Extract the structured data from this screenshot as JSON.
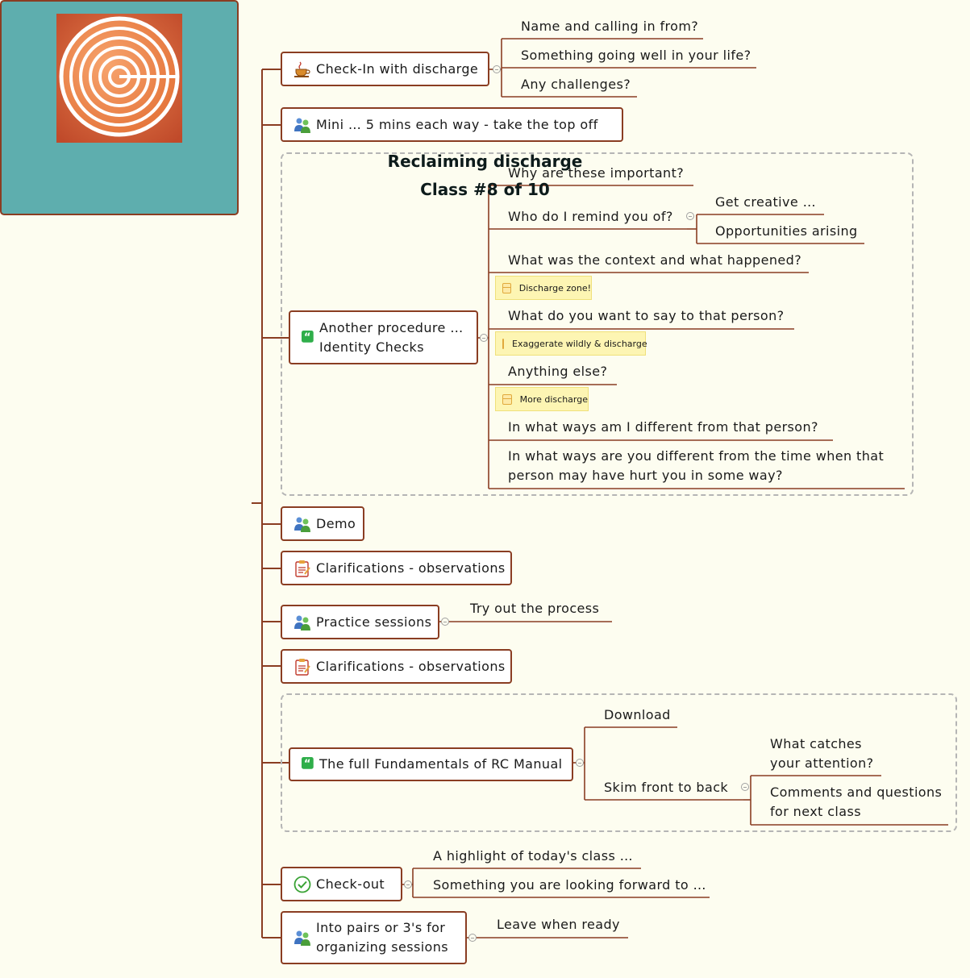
{
  "root": {
    "title_line1": "Reclaiming discharge",
    "title_line2": "Class #8 of 10",
    "image": "labyrinth-logo"
  },
  "colors": {
    "background": "#fdfdf0",
    "root_fill": "#5eaeae",
    "border": "#8a3d22",
    "note_fill": "#fdf5b3",
    "boundary": "#b5b5b5"
  },
  "topics": {
    "checkin": {
      "label": "Check-In with discharge",
      "icon": "coffee-cup-icon"
    },
    "mini": {
      "label": "Mini … 5 mins each way - take the top off",
      "icon": "people-icon"
    },
    "identity": {
      "line1": "Another procedure …",
      "line2": "Identity Checks",
      "icon": "quote-icon"
    },
    "demo": {
      "label": "Demo",
      "icon": "people-icon"
    },
    "clar1": {
      "label": "Clarifications - observations",
      "icon": "clipboard-icon"
    },
    "practice": {
      "label": "Practice sessions",
      "icon": "people-icon"
    },
    "clar2": {
      "label": "Clarifications - observations",
      "icon": "clipboard-icon"
    },
    "manual": {
      "label": "The full Fundamentals of RC Manual",
      "icon": "quote-icon"
    },
    "checkout": {
      "label": "Check-out",
      "icon": "checkmark-icon"
    },
    "pairs": {
      "line1": "Into pairs or 3's for",
      "line2": "organizing sessions",
      "icon": "people-icon"
    }
  },
  "checkin_children": [
    "Name and calling in from?",
    "Something going well in your life?",
    "Any challenges?"
  ],
  "identity_children": {
    "why": "Why are these important?",
    "who": "Who do I remind you of?",
    "who_children": [
      "Get creative …",
      "Opportunities arising"
    ],
    "context": "What was the context and what happened?",
    "note1": "Discharge zone!",
    "say": "What do you want to say to that person?",
    "note2": "Exaggerate wildly & discharge",
    "else": "Anything else?",
    "note3": "More discharge",
    "ways": "In what ways am I different from that person?",
    "ways2_line1": "In what ways are you different from the time when that",
    "ways2_line2": "person may have hurt you in some way?"
  },
  "practice_children": [
    "Try out the process"
  ],
  "manual_children": {
    "download": "Download",
    "skim": "Skim front to back",
    "skim_children": {
      "catch_line1": "What catches",
      "catch_line2": "your attention?",
      "comments_line1": "Comments and questions",
      "comments_line2": "for next class"
    }
  },
  "checkout_children": [
    "A highlight of today's class …",
    "Something you are looking forward to …"
  ],
  "pairs_children": [
    "Leave when ready"
  ]
}
